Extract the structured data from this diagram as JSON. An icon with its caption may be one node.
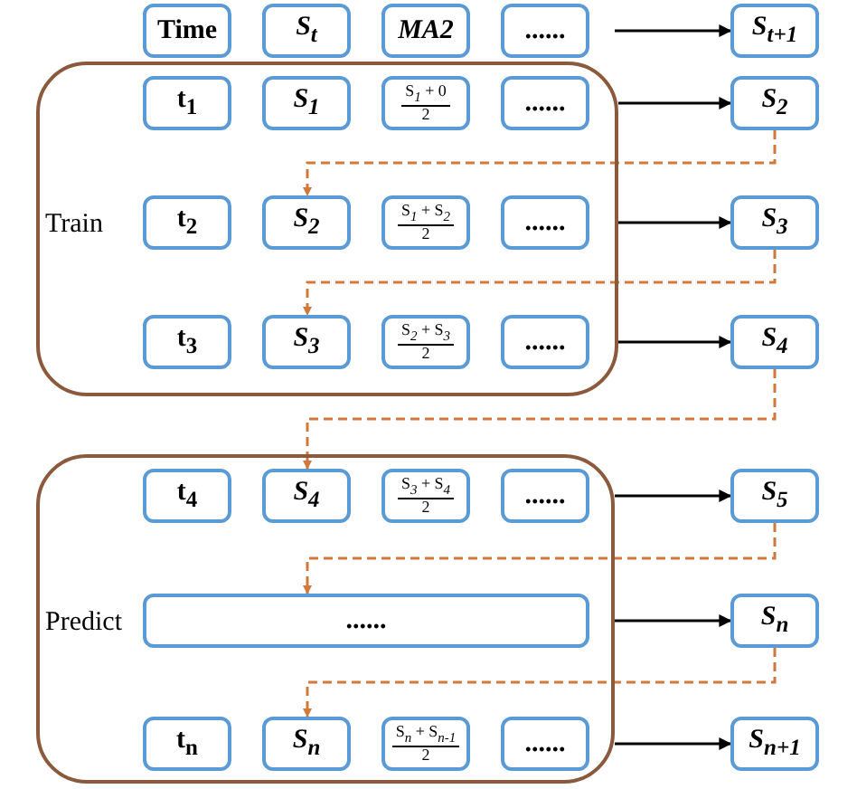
{
  "diagram": {
    "nodes": [
      {
        "text": [
          "Time"
        ]
      },
      {
        "text": [
          "S$_{t}$"
        ]
      },
      {
        "text": [
          "MA2"
        ]
      },
      {
        "text": [
          "......"
        ]
      },
      {
        "text": [
          "S$_{t+1}$"
        ]
      },
      {
        "text": [
          "Train"
        ]
      },
      {
        "text": [
          "t$_{1}$"
        ],
        "in": 5
      },
      {
        "text": [
          "S$_{1}$"
        ],
        "in": 5
      },
      {
        "text": [
          "S$_{1}$ + 0",
          "2"
        ],
        "in": 5
      },
      {
        "text": [
          "......"
        ],
        "in": 5
      },
      {
        "text": [
          "S$_{2}$"
        ]
      },
      {
        "text": [
          "t$_{2}$"
        ],
        "in": 5
      },
      {
        "text": [
          "S$_{2}$"
        ],
        "in": 5
      },
      {
        "text": [
          "S$_{1}$ + S$_{2}$",
          "2"
        ],
        "in": 5
      },
      {
        "text": [
          "......"
        ],
        "in": 5
      },
      {
        "text": [
          "S$_{3}$"
        ]
      },
      {
        "text": [
          "t$_{3}$"
        ],
        "in": 5
      },
      {
        "text": [
          "S$_{3}$"
        ],
        "in": 5
      },
      {
        "text": [
          "S$_{2}$ + S$_{3}$",
          "2"
        ],
        "in": 5
      },
      {
        "text": [
          "......"
        ],
        "in": 5
      },
      {
        "text": [
          "S$_{4}$"
        ]
      },
      {
        "text": [
          "Predict"
        ]
      },
      {
        "text": [
          "t$_{4}$"
        ],
        "in": 21
      },
      {
        "text": [
          "S$_{4}$"
        ],
        "in": 21
      },
      {
        "text": [
          "S$_{3}$ + S$_{4}$",
          "2"
        ],
        "in": 21
      },
      {
        "text": [
          "......"
        ],
        "in": 21
      },
      {
        "text": [
          "S$_{5}$"
        ]
      },
      {
        "text": [
          "......"
        ],
        "in": 21
      },
      {
        "text": [
          "S$_{n}$"
        ]
      },
      {
        "text": [
          "t$_{n}$"
        ],
        "in": 21
      },
      {
        "text": [
          "S$_{n}$"
        ],
        "in": 21
      },
      {
        "text": [
          "S$_{n}$ + S$_{n-1}$",
          "2"
        ],
        "in": 21
      },
      {
        "text": [
          "......"
        ],
        "in": 21
      },
      {
        "text": [
          "S$_{n+1}$"
        ]
      }
    ],
    "edges": [
      {
        "from": null,
        "to": 4,
        "arrow": "to"
      },
      {
        "from": 5,
        "to": 10,
        "arrow": "to"
      },
      {
        "from": 5,
        "to": 15,
        "arrow": "to"
      },
      {
        "from": 5,
        "to": 20,
        "arrow": "to"
      },
      {
        "from": 21,
        "to": 26,
        "arrow": "to"
      },
      {
        "from": 21,
        "to": 28,
        "arrow": "to"
      },
      {
        "from": 21,
        "to": 33,
        "arrow": "to"
      },
      {
        "from": 10,
        "to": 12,
        "arrow": "to",
        "style": "dashed",
        "color": "#d0793a"
      },
      {
        "from": 15,
        "to": 17,
        "arrow": "to",
        "style": "dashed",
        "color": "#d0793a"
      },
      {
        "from": 20,
        "to": 23,
        "arrow": "to",
        "style": "dashed",
        "color": "#d0793a"
      },
      {
        "from": 26,
        "to": 27,
        "arrow": "to",
        "style": "dashed",
        "color": "#d0793a"
      },
      {
        "from": 28,
        "to": 30,
        "arrow": "to",
        "style": "dashed",
        "color": "#d0793a"
      }
    ]
  }
}
